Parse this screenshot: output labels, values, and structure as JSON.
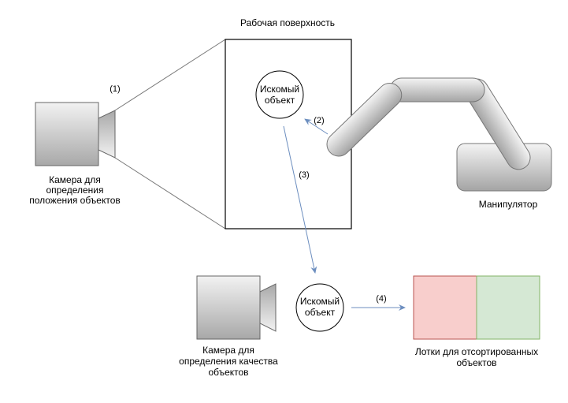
{
  "title": "Рабочая поверхность",
  "camera_position": {
    "label_lines": [
      "Камера для",
      "определения",
      "положения объектов"
    ],
    "view_label": "(1)"
  },
  "work_surface": {
    "label": "Рабочая поверхность",
    "object": {
      "lines": [
        "Искомый",
        "объект"
      ]
    }
  },
  "manipulator": {
    "label": "Манипулятор",
    "arrow_label": "(2)"
  },
  "transfer": {
    "arrow_label": "(3)"
  },
  "camera_quality": {
    "label_lines": [
      "Камера для",
      "определения качества",
      "объектов"
    ],
    "object": {
      "lines": [
        "Искомый",
        "объект"
      ]
    }
  },
  "sort": {
    "arrow_label": "(4)"
  },
  "trays": {
    "label_lines": [
      "Лотки для отсортированных",
      "объектов"
    ],
    "colors": {
      "reject_fill": "#f8cecc",
      "reject_stroke": "#b85450",
      "accept_fill": "#d5e8d4",
      "accept_stroke": "#82b366"
    }
  },
  "arrow_color": "#6c8ebf"
}
